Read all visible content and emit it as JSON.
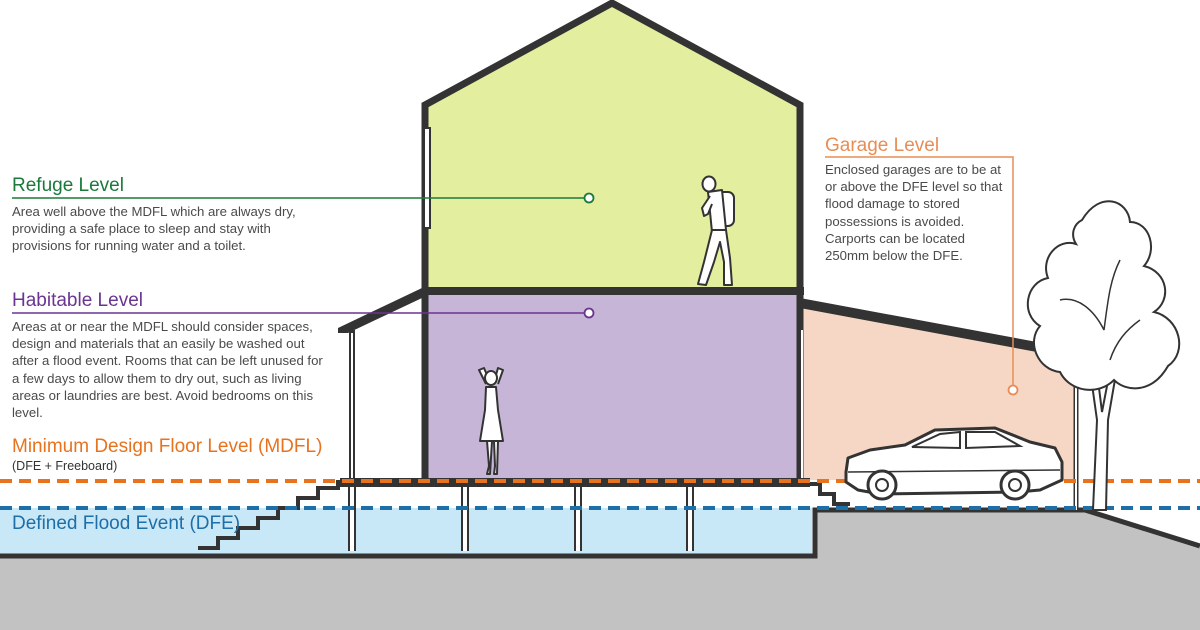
{
  "refuge": {
    "title": "Refuge Level",
    "description": "Area well above the MDFL which are always dry, providing a safe place to sleep and stay with provisions for running water and a toilet."
  },
  "habitable": {
    "title": "Habitable Level",
    "description": "Areas at or near the MDFL should consider spaces, design and materials that an easily be washed out after a flood event. Rooms that can be left unused for a few days to allow them to dry out, such as living areas or laundries are best. Avoid bedrooms on this level."
  },
  "mdfl": {
    "title": "Minimum Design Floor Level (MDFL)",
    "subtitle": "(DFE + Freeboard)"
  },
  "dfe": {
    "title": "Defined Flood Event (DFE)"
  },
  "garage": {
    "title": "Garage Level",
    "description": "Enclosed garages are to be at or above the DFE level so that flood damage to stored possessions is avoided. Carports can be located 250mm below the DFE."
  },
  "colors": {
    "refuge": "#1a7a3a",
    "habitable": "#6a3591",
    "mdfl": "#e8731e",
    "dfe": "#1e6ea8",
    "garage": "#e88d55",
    "refuge_fill": "#e4ee9f",
    "habitable_fill": "#c6b5d6",
    "garage_fill": "#f6d6c4",
    "water_fill": "#c8e8f7",
    "ground_fill": "#c2c2c2",
    "outline": "#333333"
  }
}
